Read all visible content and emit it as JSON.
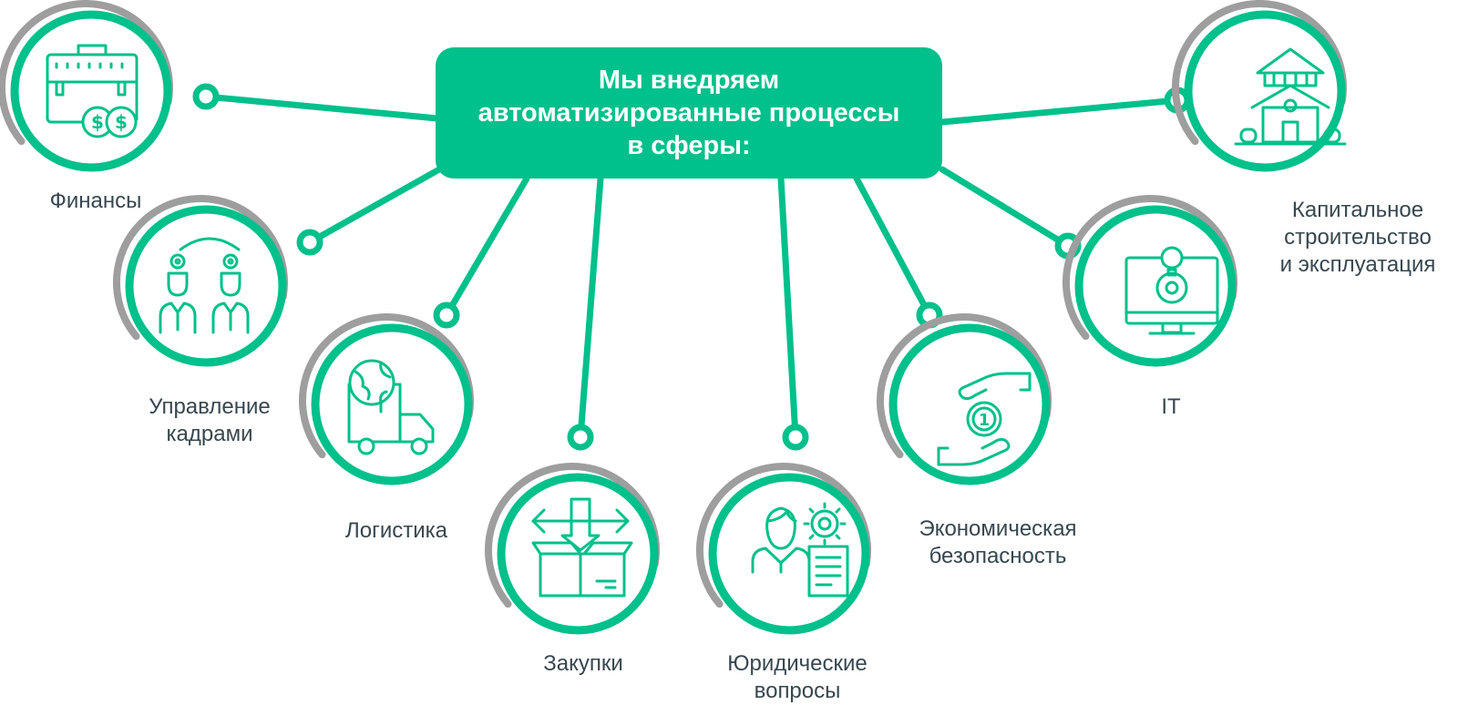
{
  "center": {
    "line1": "Мы внедряем",
    "line2": "автоматизированные процессы",
    "line3": "в сферы:"
  },
  "colors": {
    "accent": "#00c08b",
    "ring_gray": "#9e9e9e",
    "text": "#37474f"
  },
  "areas": [
    {
      "id": "finance",
      "icon": "briefcase-money-icon",
      "label_lines": [
        "Финансы"
      ]
    },
    {
      "id": "hr",
      "icon": "managers-gears-icon",
      "label_lines": [
        "Управление",
        "кадрами"
      ]
    },
    {
      "id": "logistics",
      "icon": "delivery-truck-globe-icon",
      "label_lines": [
        "Логистика"
      ]
    },
    {
      "id": "procurement",
      "icon": "box-arrows-icon",
      "label_lines": [
        "Закупки"
      ]
    },
    {
      "id": "legal",
      "icon": "lawyer-document-icon",
      "label_lines": [
        "Юридические",
        "вопросы"
      ]
    },
    {
      "id": "security",
      "icon": "hands-coin-icon",
      "label_lines": [
        "Экономическая",
        "безопасность"
      ]
    },
    {
      "id": "it",
      "icon": "monitor-bulb-gear-icon",
      "label_lines": [
        "IT"
      ]
    },
    {
      "id": "construction",
      "icon": "house-building-icon",
      "label_lines": [
        "Капитальное",
        "строительство",
        "и эксплуатация"
      ]
    }
  ]
}
